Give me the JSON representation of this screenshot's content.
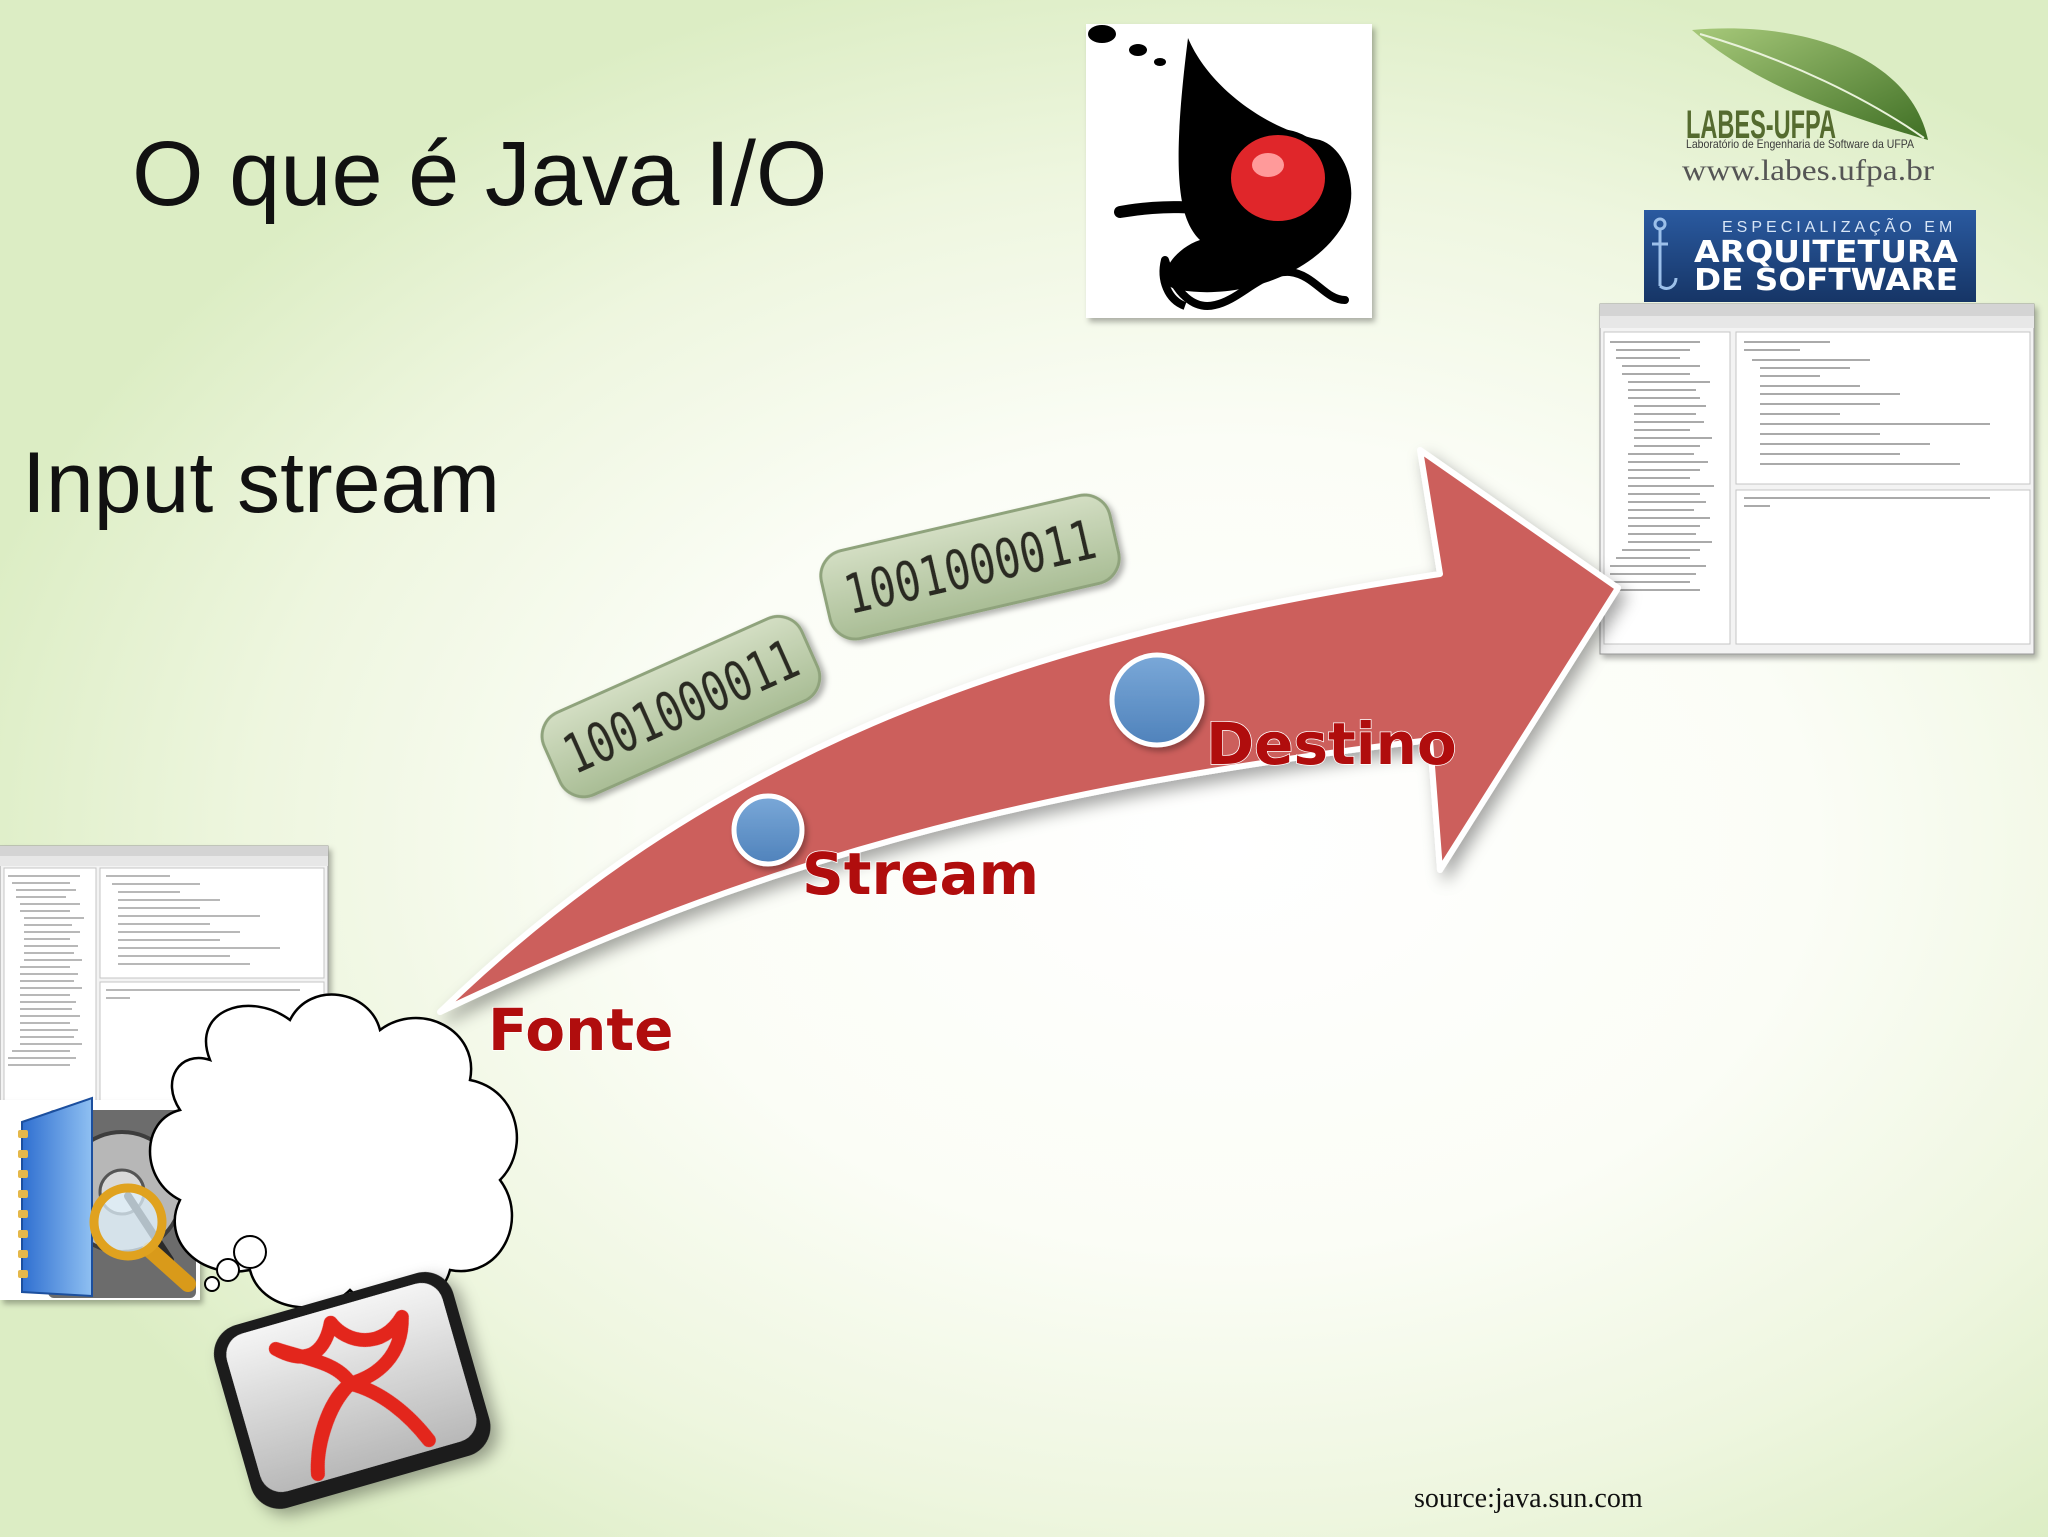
{
  "slide": {
    "title": "O que é Java I/O",
    "subtitle": "Input stream",
    "source": "source:java.sun.com"
  },
  "logos": {
    "labes_name": "LABES-UFPA",
    "labes_tagline": "Laboratório de Engenharia de Software da UFPA",
    "labes_url": "www.labes.ufpa.br",
    "spec_top": "ESPECIALIZAÇÃO EM",
    "spec_line1": "ARQUITETURA",
    "spec_line2": "DE SOFTWARE"
  },
  "diagram": {
    "bits": [
      "1001000011",
      "1001000011"
    ],
    "labels": {
      "source": "Fonte",
      "stream": "Stream",
      "destination": "Destino"
    }
  },
  "colors": {
    "arrow_fill": "#cc5f5c",
    "node_fill": "#5f93c9",
    "label_red": "#b00d0d",
    "bit_pill": "#b9c9a6",
    "banner_blue": "#1c3f7a",
    "leaf_green": "#5f8f3a"
  },
  "icons": [
    "java-duke-icon",
    "eclipse-ide-screenshot",
    "hard-drive-icon",
    "magnifier-icon",
    "thought-cloud-shape",
    "adobe-acrobat-icon"
  ]
}
